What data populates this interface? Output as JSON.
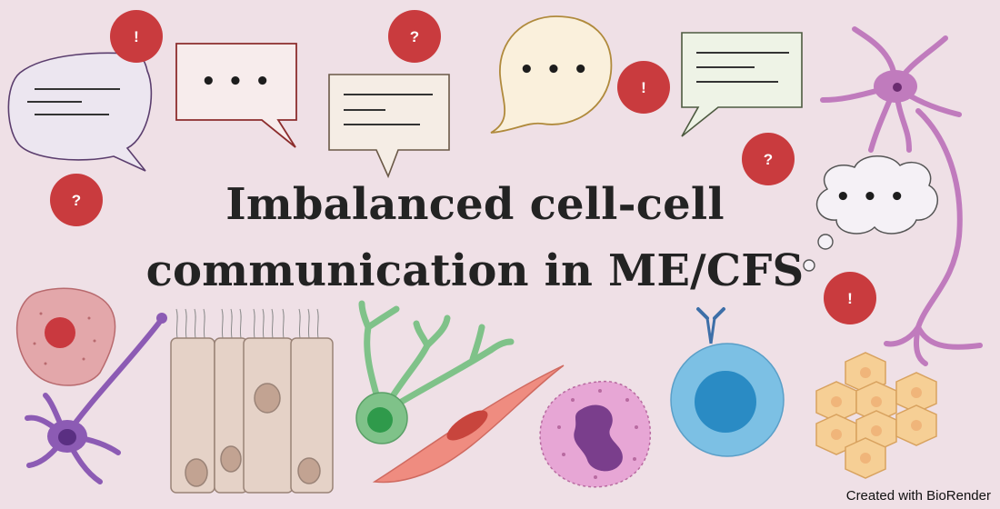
{
  "title": {
    "line1": "Imbalanced cell-cell",
    "line2": "communication in ME/CFS"
  },
  "credit": "Created with BioRender",
  "symbols": {
    "exclaim": "!",
    "question": "?",
    "ellipsis": "• • •"
  },
  "colors": {
    "background": "#efe0e6",
    "badge_red": "#c93b3e",
    "neuron": "#c07bbd",
    "microglia": "#8c5bb4",
    "astrocyte": "#7fc289",
    "fibroblast": "#ef8c80",
    "neutrophil": "#e7a6d5",
    "lymphocyte": "#7cc0e4",
    "epithelial": "#e5d2c7",
    "hepatocyte": "#f6cf95"
  },
  "icons": [
    "speech-bubble-icon",
    "thought-cloud-icon",
    "exclamation-badge-icon",
    "question-badge-icon",
    "neuron-icon",
    "microglia-icon",
    "macrophage-icon",
    "epithelial-cells-icon",
    "astrocyte-icon",
    "fibroblast-icon",
    "neutrophil-icon",
    "lymphocyte-icon",
    "hepatocytes-icon"
  ]
}
